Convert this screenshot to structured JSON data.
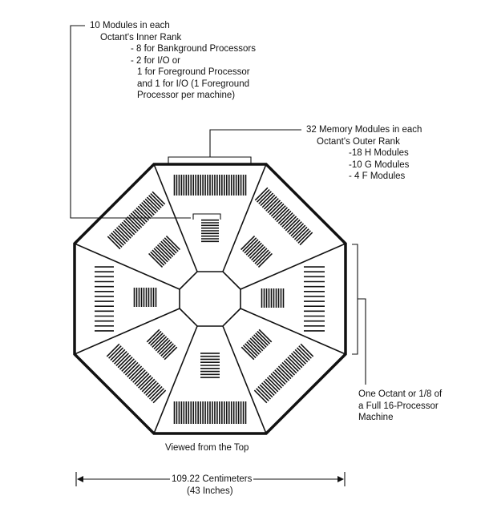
{
  "inner_rank_note": {
    "lines": [
      "10 Modules in each",
      "Octant's Inner Rank",
      "- 8 for Bankground Processors",
      "- 2 for I/O or",
      "1 for Foreground Processor",
      "and 1 for I/O (1 Foreground",
      "Processor per machine)"
    ]
  },
  "outer_rank_note": {
    "lines": [
      "32 Memory Modules in each",
      "Octant's Outer Rank",
      "-18 H Modules",
      "-10 G Modules",
      "- 4 F Modules"
    ]
  },
  "octant_note": {
    "lines": [
      "One Octant or 1/8 of",
      "a Full 16-Processor",
      "Machine"
    ]
  },
  "view_caption": "Viewed from the Top",
  "dimension": {
    "value": "109.22 Centimeters",
    "alt": "(43 Inches)"
  },
  "colors": {
    "ink": "#111111",
    "paper": "#ffffff"
  }
}
